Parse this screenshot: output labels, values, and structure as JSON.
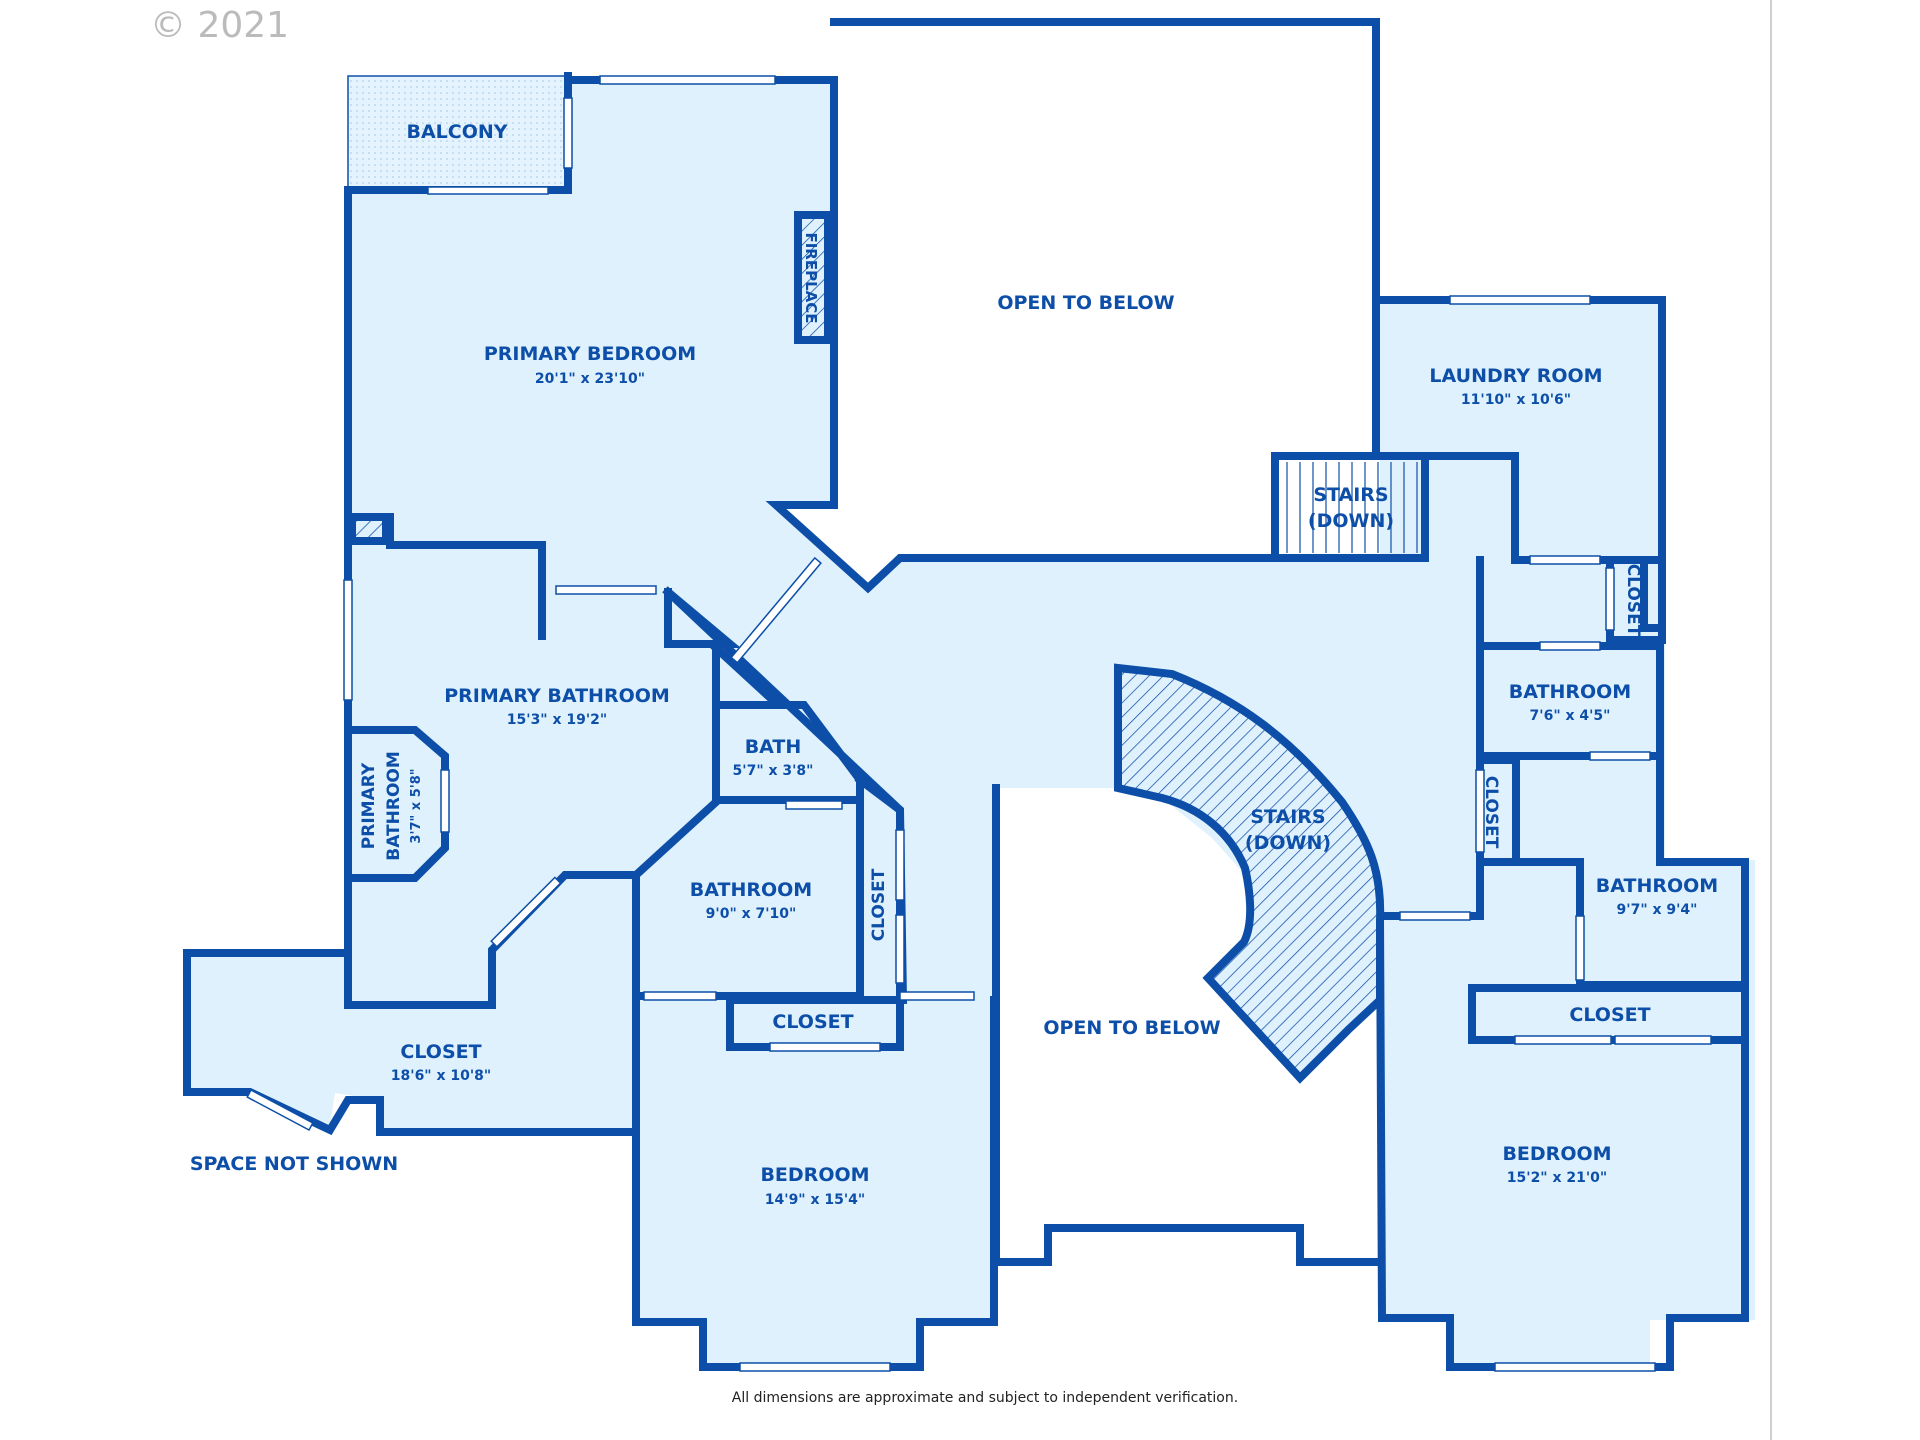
{
  "copyright": "© 2021",
  "disclaimer": "All dimensions are approximate and subject to independent verification.",
  "colors": {
    "wall": "#0d4fa8",
    "floor": "#dff1fd",
    "label": "#0d4fa8"
  },
  "rooms": {
    "balcony": {
      "name": "BALCONY"
    },
    "primary_bedroom": {
      "name": "PRIMARY BEDROOM",
      "dims": "20'1\" x 23'10\""
    },
    "fireplace": {
      "name": "FIREPLACE"
    },
    "open_below_top": {
      "name": "OPEN TO BELOW"
    },
    "laundry": {
      "name": "LAUNDRY ROOM",
      "dims": "11'10\" x 10'6\""
    },
    "stairs_top": {
      "name_line1": "STAIRS",
      "name_line2": "(DOWN)"
    },
    "closet_right_top": {
      "name": "CLOSET"
    },
    "bathroom_right_top": {
      "name": "BATHROOM",
      "dims": "7'6\" x 4'5\""
    },
    "primary_bathroom": {
      "name": "PRIMARY BATHROOM",
      "dims": "15'3\" x 19'2\""
    },
    "primary_bathroom_small": {
      "name_line1": "PRIMARY",
      "name_line2": "BATHROOM",
      "dims": "3'7\" x 5'8\""
    },
    "bath_small": {
      "name": "BATH",
      "dims": "5'7\" x 3'8\""
    },
    "stairs_curved": {
      "name_line1": "STAIRS",
      "name_line2": "(DOWN)"
    },
    "closet_right_mid": {
      "name": "CLOSET"
    },
    "bathroom_mid": {
      "name": "BATHROOM",
      "dims": "9'0\" x 7'10\""
    },
    "closet_vertical": {
      "name": "CLOSET"
    },
    "bathroom_right_mid": {
      "name": "BATHROOM",
      "dims": "9'7\" x 9'4\""
    },
    "closet_big": {
      "name": "CLOSET",
      "dims": "18'6\" x 10'8\""
    },
    "closet_small": {
      "name": "CLOSET"
    },
    "open_below_bottom": {
      "name": "OPEN TO BELOW"
    },
    "closet_right_bottom": {
      "name": "CLOSET"
    },
    "bedroom_left": {
      "name": "BEDROOM",
      "dims": "14'9\" x 15'4\""
    },
    "bedroom_right": {
      "name": "BEDROOM",
      "dims": "15'2\" x 21'0\""
    },
    "space_not_shown": {
      "name": "SPACE NOT SHOWN"
    }
  }
}
